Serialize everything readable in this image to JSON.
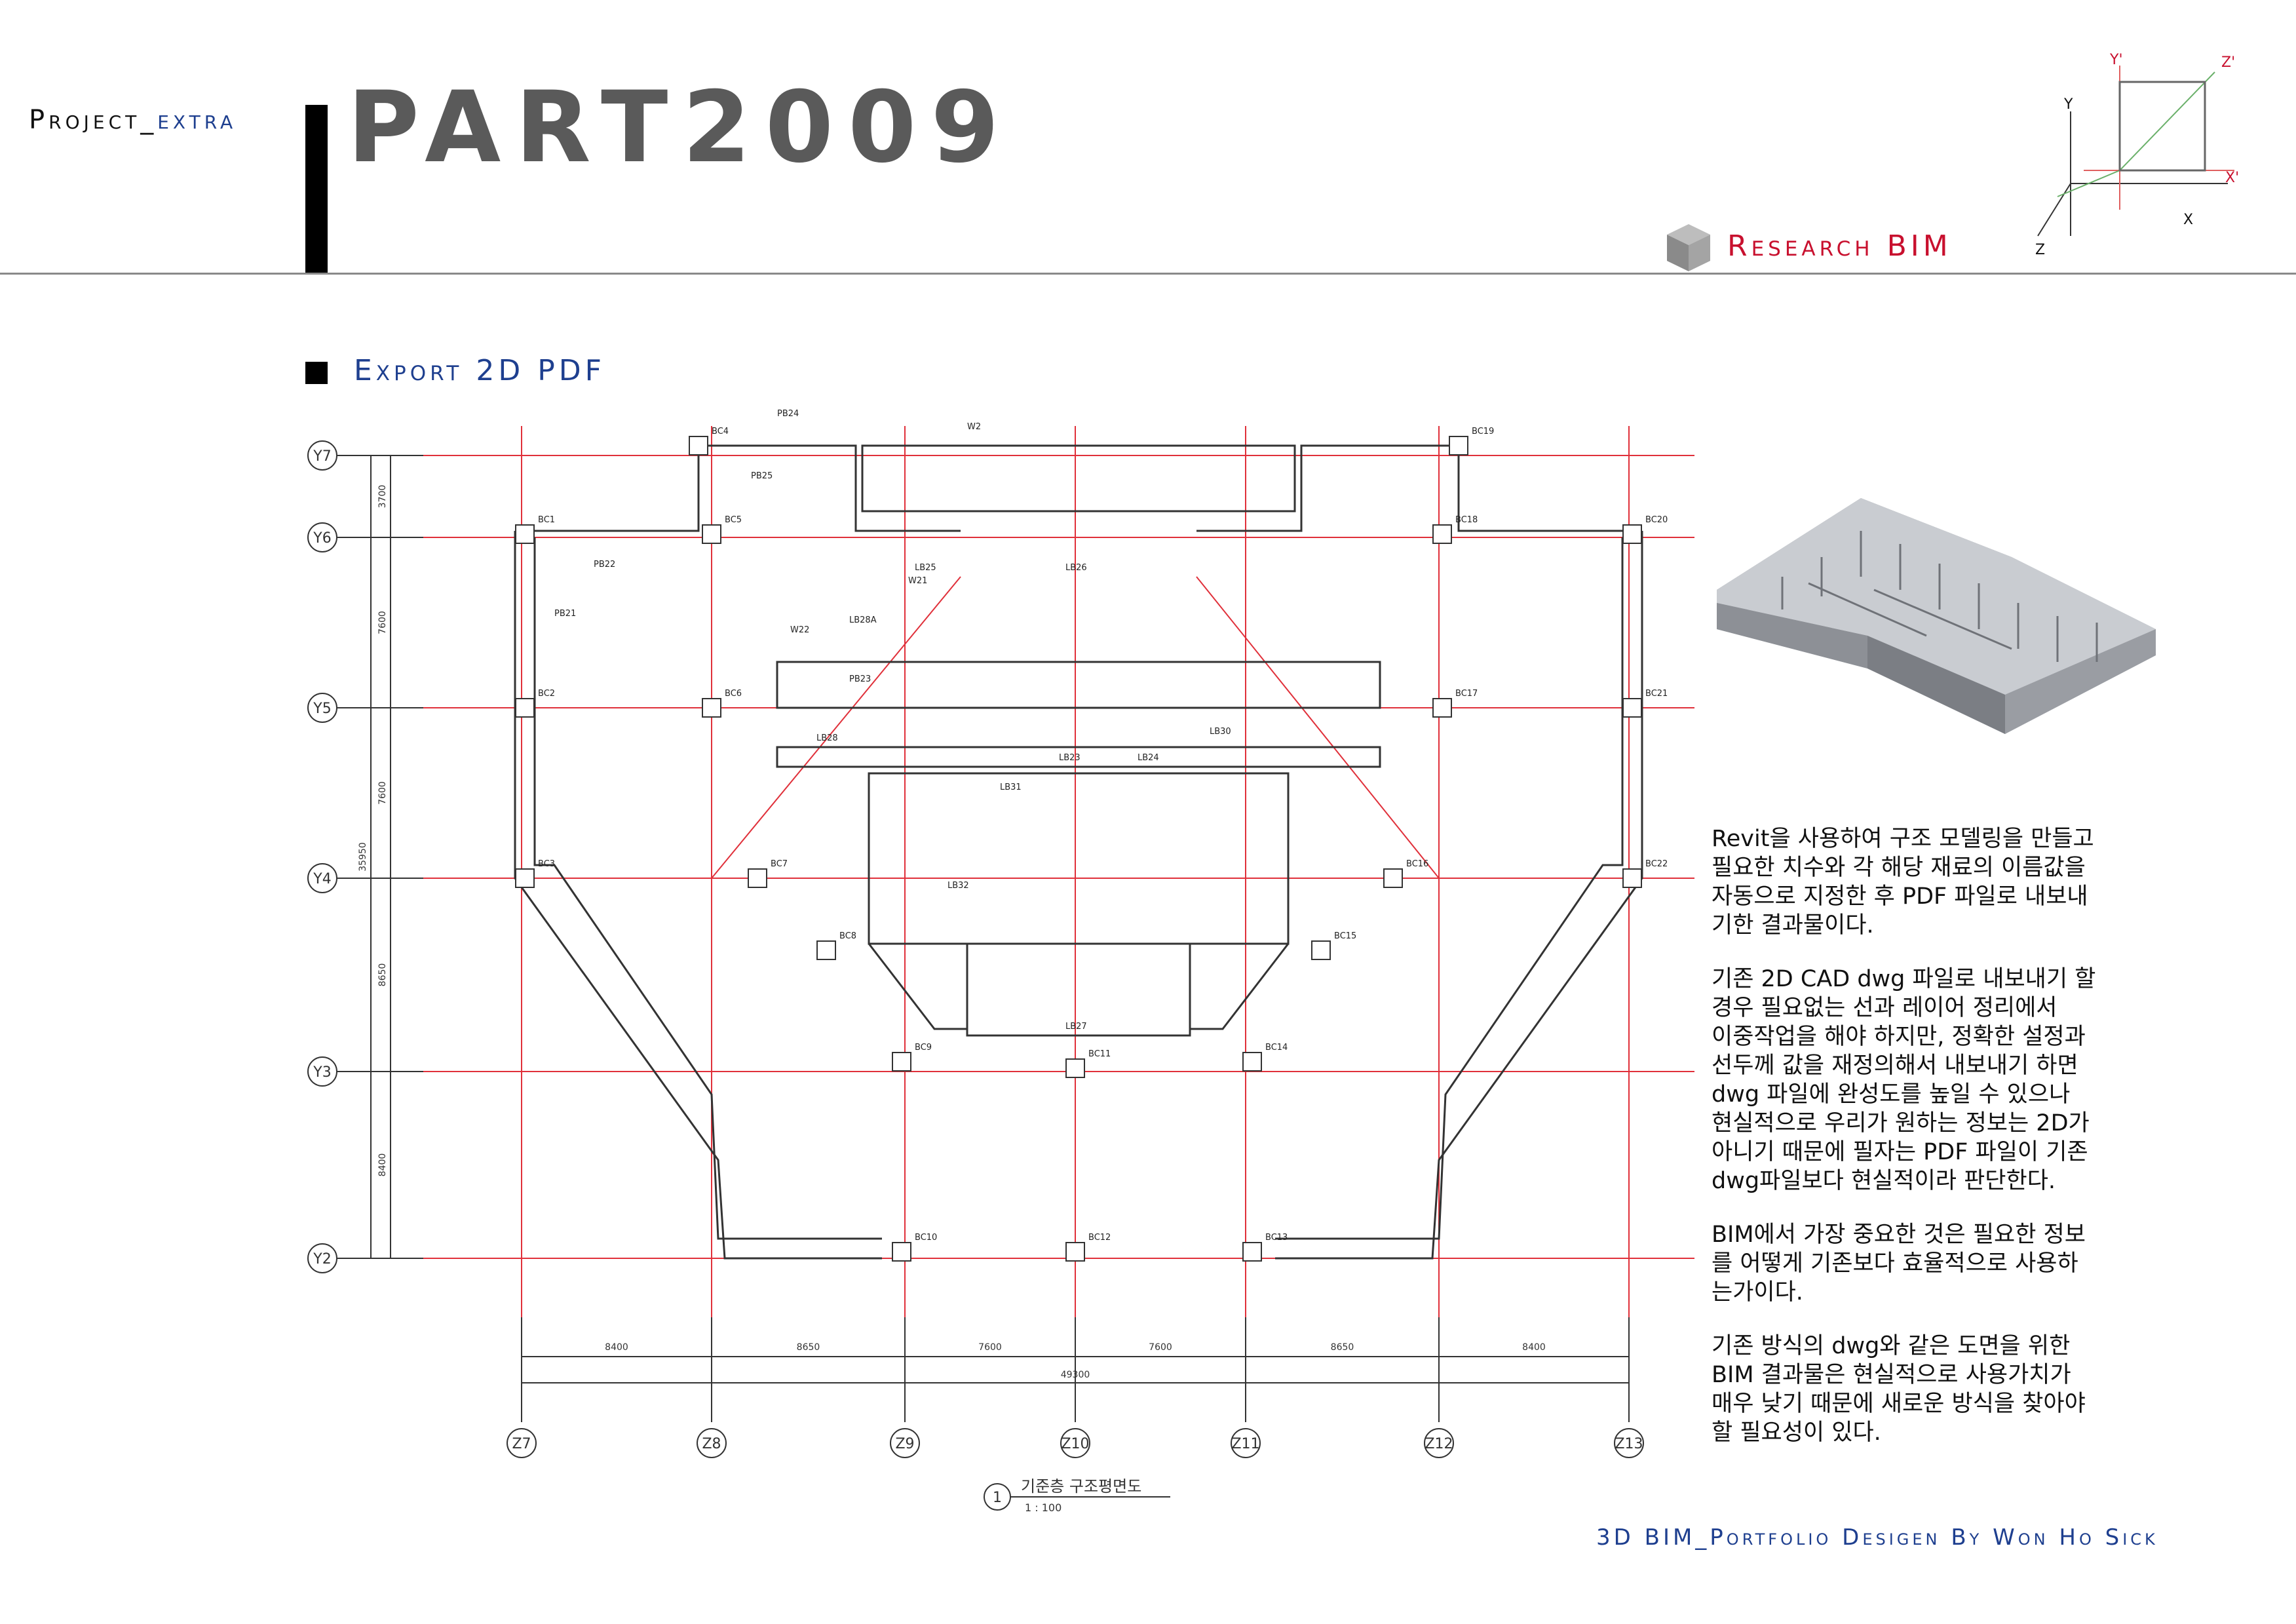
{
  "header": {
    "project_prefix": "Project_",
    "project_suffix": "extra",
    "title": "PART2009",
    "research_label": "Research BIM",
    "axes": {
      "y_prime": "Y'",
      "z_prime": "Z'",
      "y": "Y",
      "x_prime": "X'",
      "x": "X",
      "z": "Z"
    }
  },
  "section": {
    "title": "Export 2D PDF"
  },
  "plan": {
    "row_labels": [
      "Y7",
      "Y6",
      "Y5",
      "Y4",
      "Y3",
      "Y2"
    ],
    "col_labels": [
      "Z7",
      "Z8",
      "Z9",
      "Z10",
      "Z11",
      "Z12",
      "Z13"
    ],
    "col_dims": [
      "8400",
      "8650",
      "7600",
      "7600",
      "8650",
      "8400"
    ],
    "total_dim": "49300",
    "row_dims": [
      "3700",
      "7600",
      "7600",
      "8650",
      "8400"
    ],
    "total_row_dim": "35950",
    "column_tags": [
      "BC1",
      "BC2",
      "BC3",
      "BC4",
      "BC5",
      "BC6",
      "BC7",
      "BC8",
      "BC9",
      "BC10",
      "BC11",
      "BC12",
      "BC13",
      "BC14",
      "BC15",
      "BC16",
      "BC17",
      "BC18",
      "BC19",
      "BC20",
      "BC21",
      "BC22"
    ],
    "beam_tags": [
      "PB22",
      "PB21",
      "PB23",
      "PB24",
      "PB25",
      "LB23",
      "LB24",
      "LB25",
      "LB26",
      "LB27",
      "LB28",
      "LB28A",
      "LB30",
      "LB31",
      "LB32",
      "W21",
      "W22",
      "W2"
    ],
    "caption_number": "1",
    "caption_title": "기준층 구조평면도",
    "caption_scale": "1 : 100"
  },
  "description": {
    "p1": "Revit을 사용하여 구조 모델링을 만들고\n필요한 치수와 각 해당 재료의 이름값을\n자동으로 지정한 후 PDF 파일로 내보내\n기한 결과물이다.",
    "p2": "기존 2D CAD dwg 파일로 내보내기 할\n경우 필요없는 선과 레이어 정리에서\n이중작업을 해야 하지만, 정확한 설정과\n선두께 값을 재정의해서 내보내기 하면\ndwg 파일에 완성도를 높일 수 있으나\n현실적으로 우리가 원하는 정보는 2D가\n아니기 때문에 필자는 PDF 파일이 기존\ndwg파일보다 현실적이라 판단한다.",
    "p3": "BIM에서 가장 중요한 것은 필요한 정보\n를 어떻게 기존보다 효율적으로 사용하\n는가이다.",
    "p4": "기존 방식의 dwg와 같은 도면을 위한\nBIM 결과물은 현실적으로 사용가치가\n매우 낮기 때문에 새로운 방식을 찾아야\n할 필요성이 있다."
  },
  "footer": {
    "text": "3D BIM_Portfolio Desigen By Won Ho Sick"
  },
  "colors": {
    "accent_blue": "#1e3f8f",
    "accent_red": "#c8102e",
    "grid_red": "#e0303a",
    "title_grey": "#5a5a5a"
  }
}
